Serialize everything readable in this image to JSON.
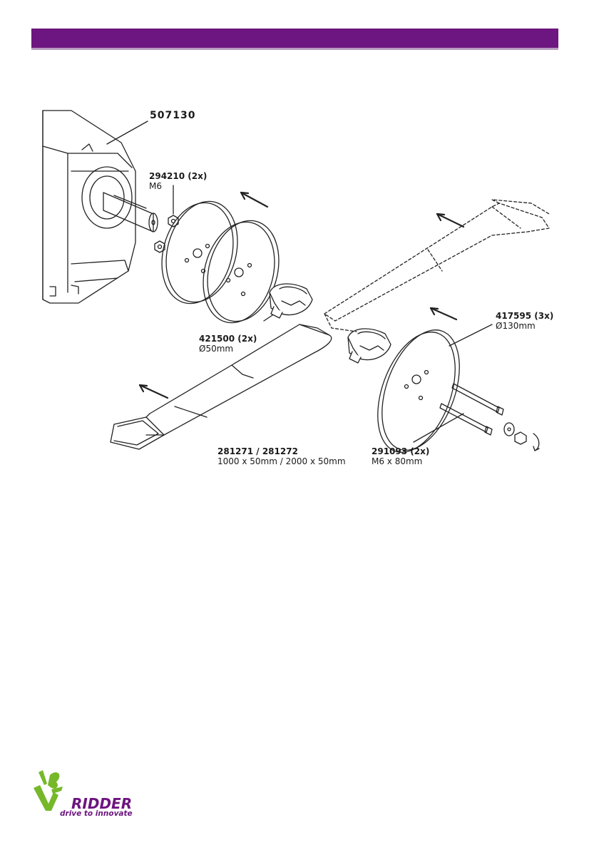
{
  "parts": {
    "gearbox": {
      "number": "507130"
    },
    "nut": {
      "number": "294210 (2x)",
      "spec": "M6"
    },
    "clamp": {
      "number": "421500 (2x)",
      "spec": "Ø50mm"
    },
    "disc": {
      "number": "417595 (3x)",
      "spec": "Ø130mm"
    },
    "strap": {
      "number": "281271 / 281272",
      "spec": "1000 x 50mm / 2000 x 50mm"
    },
    "bolt": {
      "number": "291093 (2x)",
      "spec": "M6 x 80mm"
    }
  },
  "brand": {
    "name": "RIDDER",
    "tagline": "drive to innovate"
  },
  "colors": {
    "header": "#6d1580",
    "logo_green": "#76b82a",
    "logo_purple": "#6d1580"
  }
}
